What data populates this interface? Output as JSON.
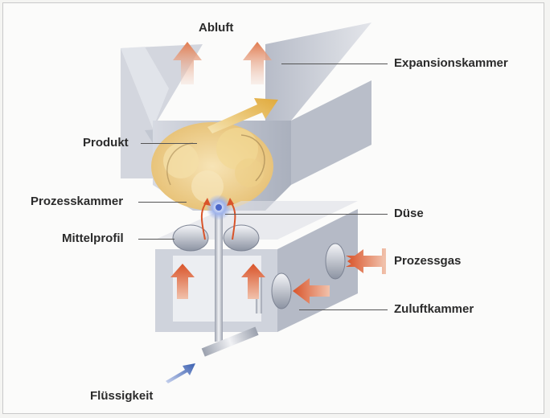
{
  "labels": {
    "abluft": "Abluft",
    "expansionskammer": "Expansionskammer",
    "produkt": "Produkt",
    "prozesskammer": "Prozesskammer",
    "duese": "Düse",
    "mittelprofil": "Mittelprofil",
    "prozessgas": "Prozessgas",
    "zuluftkammer": "Zuluftkammer",
    "fluessigkeit": "Flüssigkeit"
  },
  "colors": {
    "chamber": "#c8ccd6",
    "chamber_dark": "#9aa0ad",
    "product": "#e9c57a",
    "air_arrow": "#e07a4e",
    "liquid_arrow": "#3a5fb0",
    "nozzle": "#5f7fd6"
  }
}
